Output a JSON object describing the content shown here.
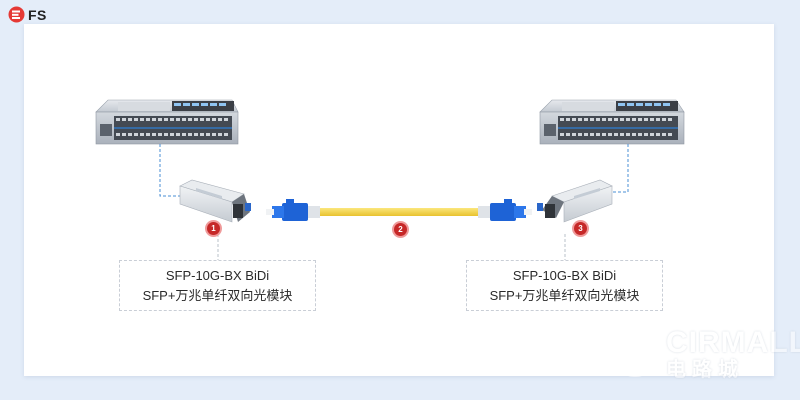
{
  "brand": {
    "logo_text": "FS",
    "logo_color": "#e53935"
  },
  "watermark": {
    "main": "CIRMALL",
    "sub": "电路城"
  },
  "components": [
    {
      "id": "transceiver-left",
      "marker": "1",
      "line1": "SFP-10G-BX BiDi",
      "line2": "SFP+万兆单纤双向光模块"
    },
    {
      "id": "fiber-cable",
      "marker": "2"
    },
    {
      "id": "transceiver-right",
      "marker": "3",
      "line1": "SFP-10G-BX BiDi",
      "line2": "SFP+万兆单纤双向光模块"
    }
  ],
  "colors": {
    "marker": "#c62828",
    "fiber": "#f5d54a",
    "connector": "#1e63d6",
    "dashed_link": "#4a8fd4",
    "switch_body": "#b9c0c9"
  }
}
